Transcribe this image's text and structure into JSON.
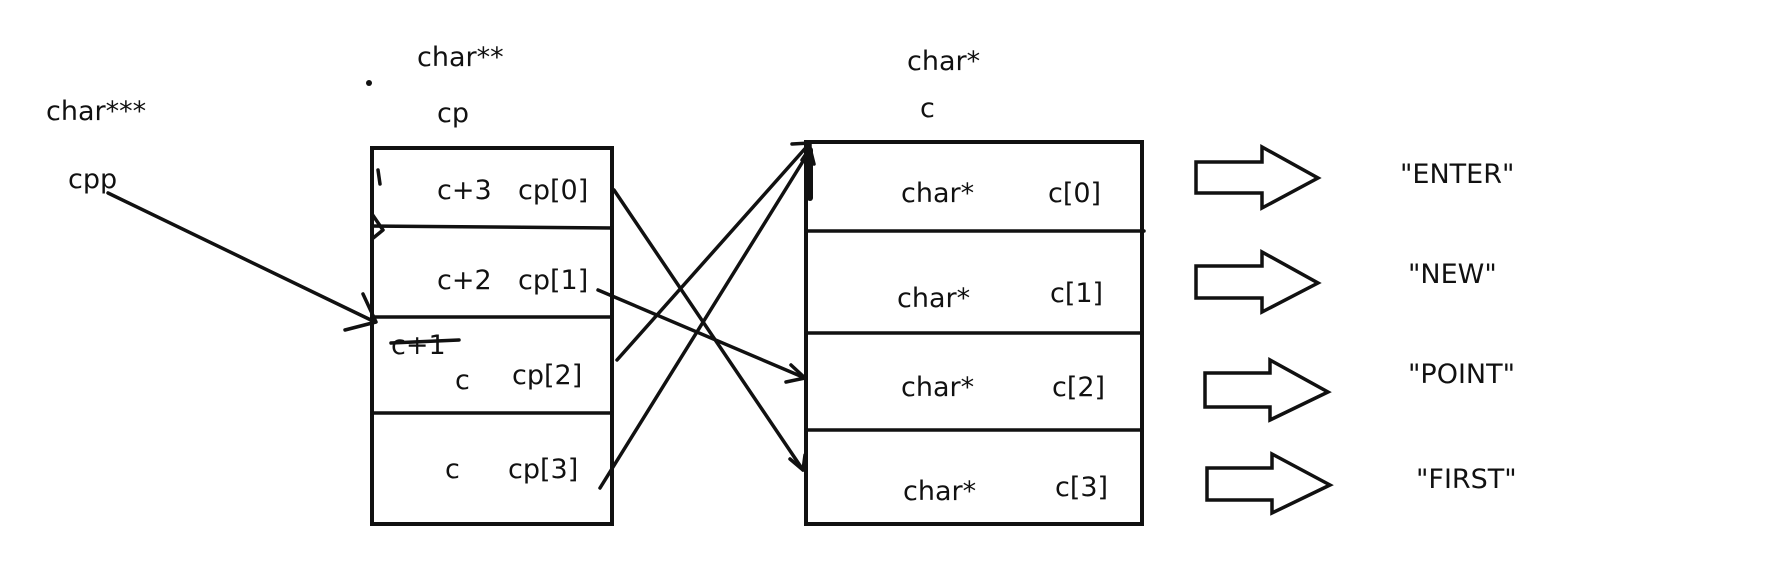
{
  "cpp": {
    "type": "char***",
    "name": "cpp"
  },
  "cp_array": {
    "type": "char**",
    "name": "cp",
    "struck_value": "c+1",
    "cells": [
      {
        "value": "c+3",
        "index": "cp[0]"
      },
      {
        "value": "c+2",
        "index": "cp[1]"
      },
      {
        "value": "c",
        "index": "cp[2]"
      },
      {
        "value": "c",
        "index": "cp[3]"
      }
    ]
  },
  "c_array": {
    "type": "char*",
    "name": "c",
    "cells": [
      {
        "type": "char*",
        "index": "c[0]",
        "string": "\"ENTER\""
      },
      {
        "type": "char*",
        "index": "c[1]",
        "string": "\"NEW\""
      },
      {
        "type": "char*",
        "index": "c[2]",
        "string": "\"POINT\""
      },
      {
        "type": "char*",
        "index": "c[3]",
        "string": "\"FIRST\""
      }
    ]
  }
}
